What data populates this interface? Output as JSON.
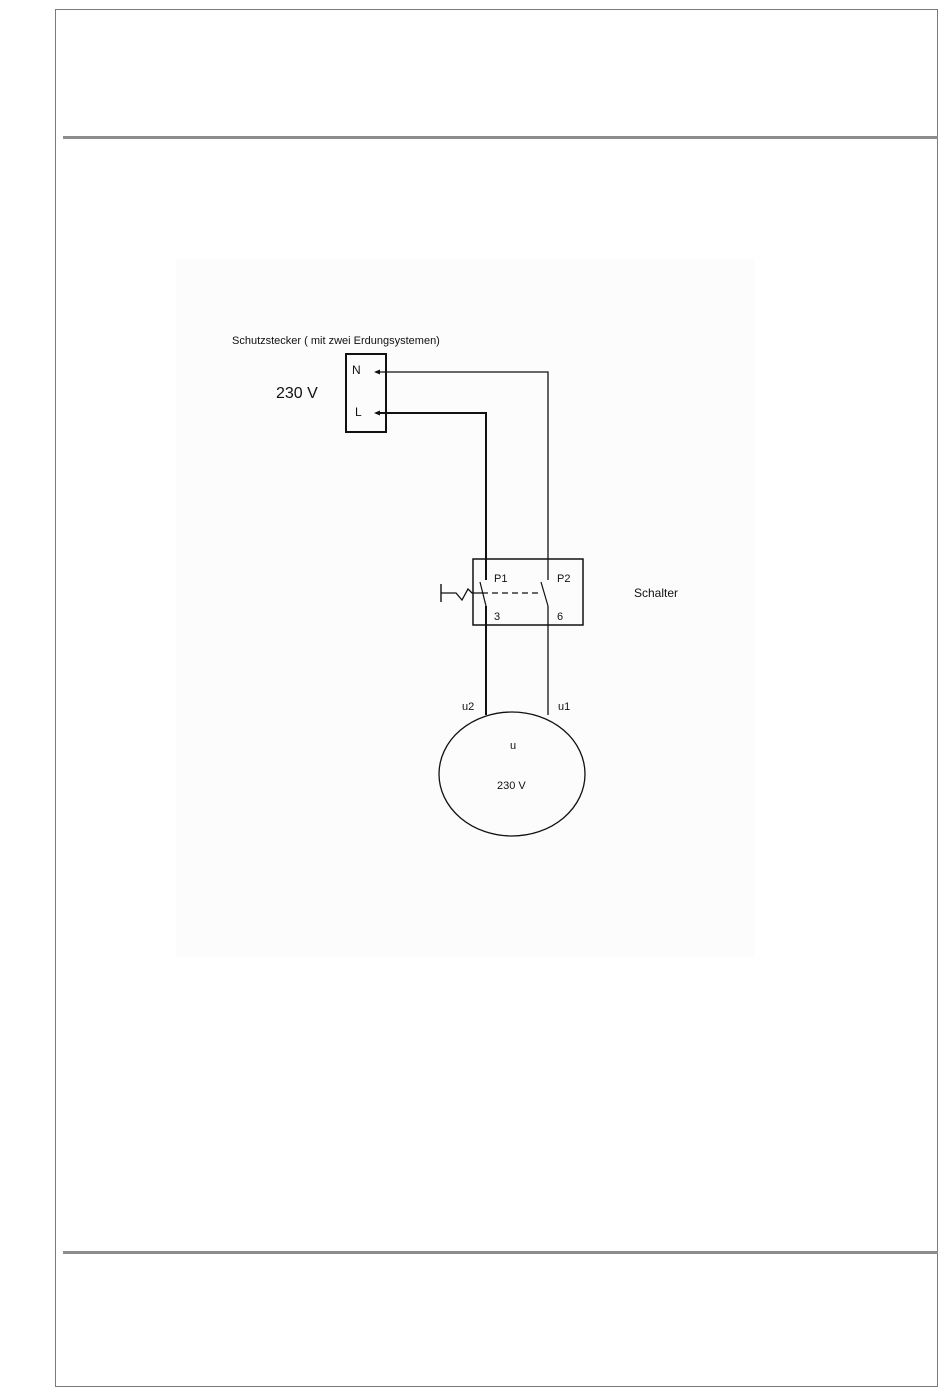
{
  "plug": {
    "title": "Schutzstecker ( mit zwei Erdungsystemen)",
    "voltage": "230 V",
    "terminal_n": "N",
    "terminal_l": "L"
  },
  "switch": {
    "label": "Schalter",
    "terminal_p1": "P1",
    "terminal_p2": "P2",
    "terminal_3": "3",
    "terminal_6": "6"
  },
  "motor": {
    "terminal_u2": "u2",
    "terminal_u1": "u1",
    "label": "u",
    "voltage": "230 V"
  }
}
